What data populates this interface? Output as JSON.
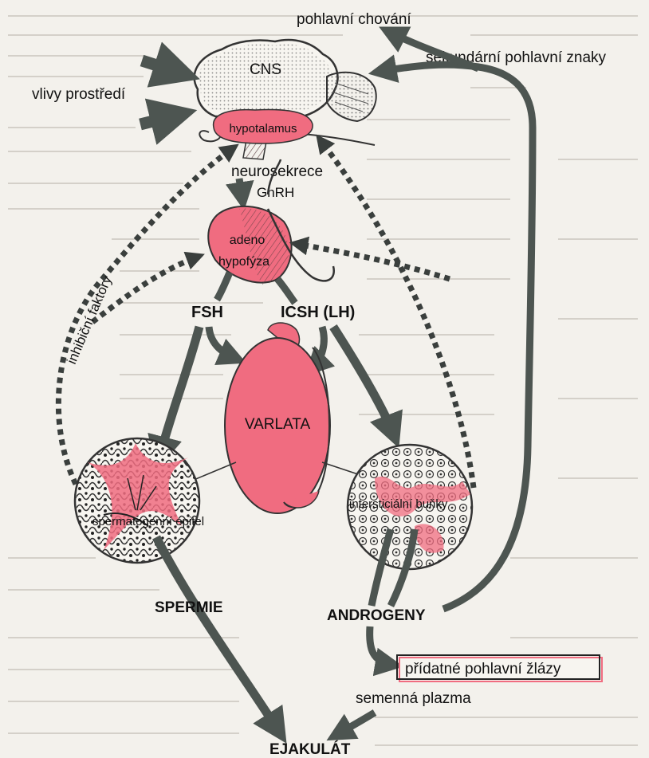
{
  "labels": {
    "pohlavni_chovani": "pohlavní chování",
    "sekundarni_znaky": "sekundární pohlavní znaky",
    "cns": "CNS",
    "vlivy_prostredi": "vlivy prostředí",
    "hypotalamus": "hypotalamus",
    "neurosekrece": "neurosekrece",
    "gnrh": "GnRH",
    "adeno": "adeno",
    "hypofyza": "hypofýza",
    "inhibicni_faktory": "inhibiční faktory",
    "fsh": "FSH",
    "icsh": "ICSH (LH)",
    "varlata": "VARLATA",
    "spermatogenni_epitel": "spermatogenní epitel",
    "intersticialni_bunky": "intersticiální buňky",
    "spermie": "SPERMIE",
    "androgeny": "ANDROGENY",
    "pridatne_zlazy": "přídatné pohlavní žlázy",
    "semenna_plazma": "semenná plazma",
    "ejakulat": "EJAKULÁT"
  },
  "colors": {
    "accent_pink": "#f06c80",
    "arrow_gray": "#4d5551",
    "background": "#f3f1ec"
  }
}
